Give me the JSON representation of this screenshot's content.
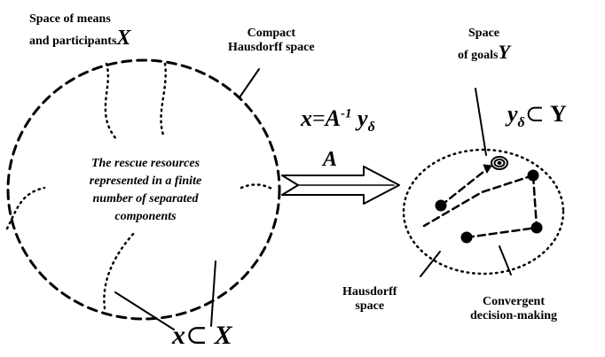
{
  "labels": {
    "space_means_line1": "Space of means",
    "space_means_line2": "and participants",
    "space_means_var": "X",
    "compact_line1": "Compact",
    "compact_line2": "Hausdorff space",
    "space_goals_line1": "Space",
    "space_goals_line2": "of goals",
    "space_goals_var": "Y",
    "center_line1": "The rescue resources",
    "center_line2": "represented in a finite",
    "center_line3": "number of separated",
    "center_line4": "components",
    "hausdorff_line1": "Hausdorff",
    "hausdorff_line2": "space",
    "convergent_line1": "Convergent",
    "convergent_line2": "decision-making",
    "arrow_label": "A"
  },
  "formulas": {
    "inverse": {
      "lhs": "x",
      "eq": "=",
      "op": "A",
      "sup": "-1",
      "rhs": "y",
      "sub": "δ"
    },
    "subset_y": {
      "base": "y",
      "sub": "δ",
      "rel": "⊂",
      "set": "Y"
    },
    "subset_x": {
      "elem": "x",
      "rel": "⊂",
      "set": "X"
    }
  },
  "colors": {
    "ink": "#000000",
    "background": "#ffffff"
  },
  "icons": [
    "target-icon"
  ]
}
